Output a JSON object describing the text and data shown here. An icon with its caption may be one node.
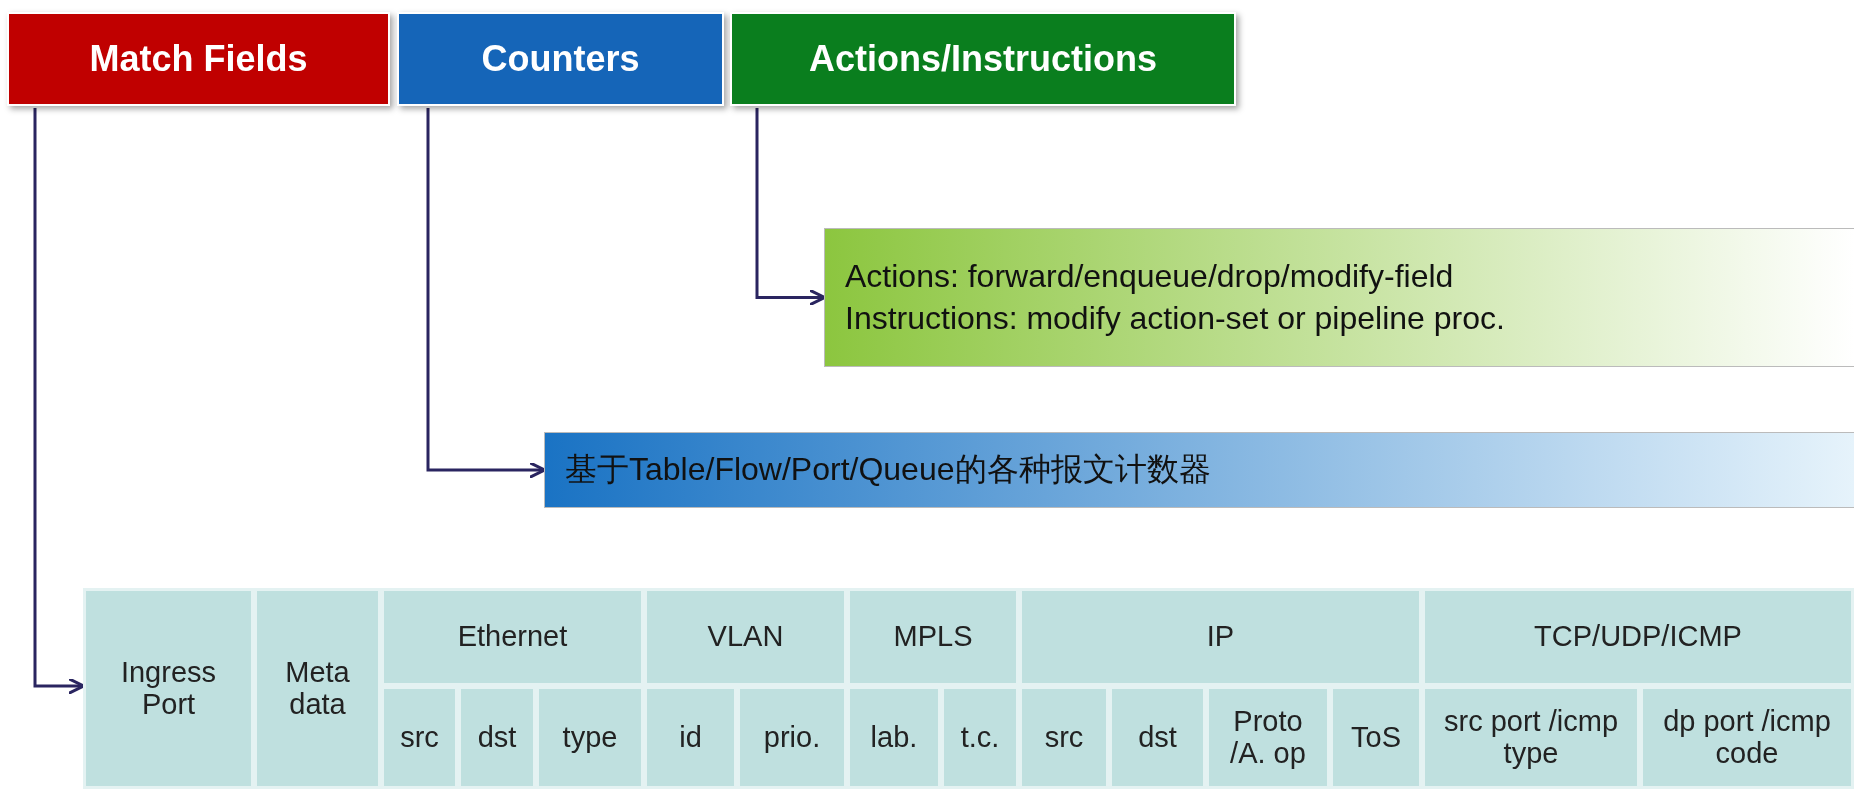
{
  "diagram": {
    "nodes": [
      {
        "text": [
          "Match Fields"
        ]
      },
      {
        "text": [
          "Counters"
        ]
      },
      {
        "text": [
          "Actions/Instructions"
        ]
      },
      {
        "text": [
          "Actions: forward/enqueue/drop/modify-field",
          "Instructions: modify action-set or pipeline proc."
        ]
      },
      {
        "text": [
          "基于Table/Flow/Port/Queue的各种报文计数器"
        ]
      },
      {
        "text": [
          "Ingress Port"
        ]
      }
    ],
    "edges": [
      {
        "from": 0,
        "to": 5,
        "arrow": "to"
      },
      {
        "from": 1,
        "to": 4,
        "arrow": "to"
      },
      {
        "from": 2,
        "to": 3,
        "arrow": "to"
      }
    ],
    "labels": [
      "Meta data",
      "Ethernet",
      "VLAN",
      "MPLS",
      "IP",
      "TCP/UDP/ICMP",
      "src",
      "dst",
      "type",
      "id",
      "prio.",
      "lab.",
      "t.c.",
      "src",
      "dst",
      "Proto /A. op",
      "ToS",
      "src port /icmp type",
      "dp port /icmp code"
    ]
  }
}
